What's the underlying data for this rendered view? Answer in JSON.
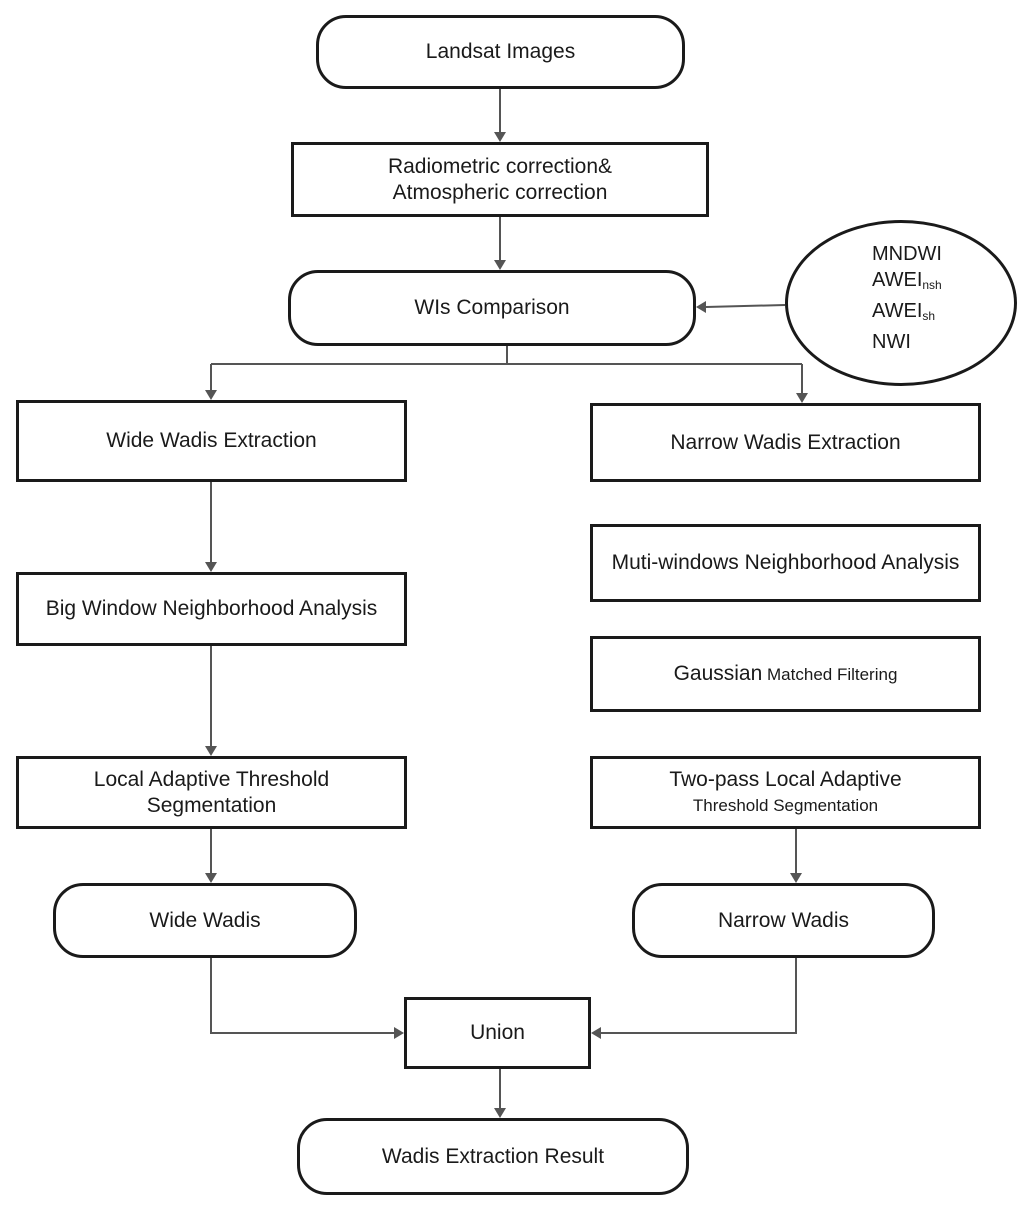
{
  "nodes": {
    "landsat": "Landsat Images",
    "correction": [
      "Radiometric correction&",
      "Atmospheric correction"
    ],
    "wis": "WIs Comparison",
    "wide_extraction": "Wide Wadis Extraction",
    "narrow_extraction": "Narrow Wadis Extraction",
    "big_window": "Big Window Neighborhood Analysis",
    "muti_windows": "Muti-windows Neighborhood Analysis",
    "gaussian": {
      "part1": "Gaussian",
      "part2": " Matched Filtering"
    },
    "local_threshold": [
      "Local Adaptive Threshold",
      "Segmentation"
    ],
    "two_pass": [
      "Two-pass Local  Adaptive",
      "Threshold Segmentation"
    ],
    "wide_wadis": "Wide  Wadis",
    "narrow_wadis": "Narrow Wadis",
    "union": "Union",
    "result": "Wadis Extraction Result"
  },
  "indices": [
    {
      "base": "MNDWI",
      "sub": ""
    },
    {
      "base": "AWEI",
      "sub": "nsh"
    },
    {
      "base": "AWEI",
      "sub": "sh"
    },
    {
      "base": "NWI",
      "sub": ""
    }
  ]
}
